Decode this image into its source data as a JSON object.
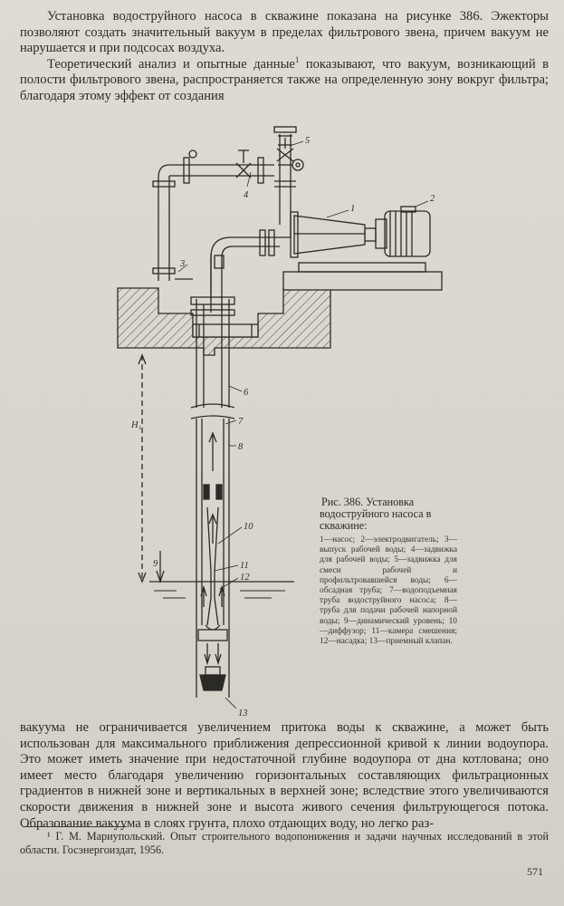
{
  "top_text": "Установка водоструйного насоса в скважине показана на рисунке 386. Эжекторы позволяют создать значительный вакуум в пределах фильтрового звена, причем вакуум не нарушается и при подсосах воздуха.",
  "para2_before": "Теоретический анализ и опытные данные",
  "para2_sup": "1",
  "para2_after": " показывают, что вакуум, возникающий в полости фильтрового звена, распространяется также на определенную зону вокруг фильтра; благодаря этому эффект от создания",
  "figure": {
    "labels": [
      "1",
      "2",
      "3",
      "4",
      "5",
      "6",
      "7",
      "8",
      "9",
      "10",
      "11",
      "12",
      "13"
    ],
    "h_label": "H₁"
  },
  "caption": {
    "title": "Рис. 386. Установка водоструйного насоса в скважине:",
    "legend": "1—насос; 2—электродвигатель; 3—выпуск рабочей воды; 4—задвижка для рабочей воды; 5—задвижка для смеси рабочей и профильтровавшейся воды; 6—обсадная труба; 7—водоподъемная труба водоструйного насоса; 8—труба для подачи рабочей напорной воды; 9—динамический уровень; 10—диффузор; 11—камера смешения; 12—насадка; 13—приемный клапан."
  },
  "bottom_text": "вакуума не ограничивается увеличением притока воды к скважине, а может быть использован для максимального приближения депрессионной кривой к линии водоупора. Это может иметь значение при недостаточной глубине водоупора от дна котлована; оно имеет место благодаря увеличению горизонтальных составляющих фильтрационных градиентов в нижней зоне и вертикальных в верхней зоне; вследствие этого увеличиваются скорости движения в нижней зоне и высота живого сечения фильтрующегося потока. Образование вакуума в слоях грунта, плохо отдающих воду, но легко раз-",
  "footnote": "¹ Г. М. Мариупольский. Опыт строительного водопонижения и задачи научных исследований в этой области. Госэнергоиздат, 1956.",
  "page_number": "571"
}
